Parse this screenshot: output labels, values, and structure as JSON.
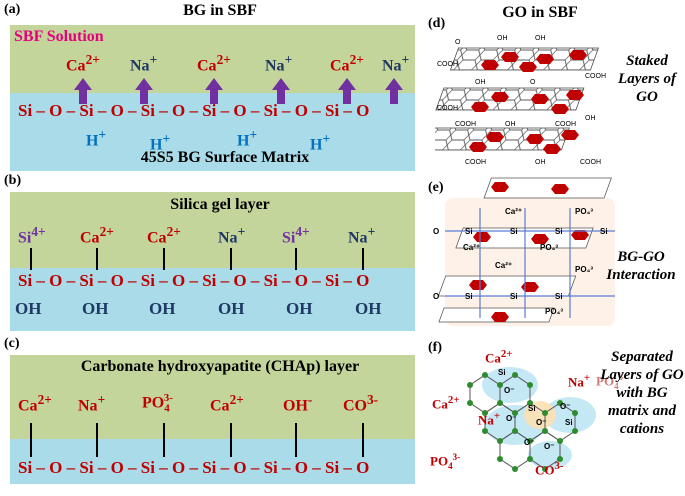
{
  "panel_a": {
    "label": "(a)",
    "title": "BG in SBF",
    "solution_label": "SBF Solution",
    "ions": [
      "Ca2+",
      "Na+",
      "Ca2+",
      "Na+",
      "Ca2+",
      "Na+"
    ],
    "chain": "Si – O – Si – O – Si – O – Si – O – Si – O – Si – O",
    "protons": [
      "H+",
      "H+",
      "H+",
      "H+"
    ],
    "matrix_label": "45S5 BG Surface Matrix"
  },
  "panel_b": {
    "label": "(b)",
    "title": "Silica gel layer",
    "ions": [
      "Si4+",
      "Ca2+",
      "Ca2+",
      "Na+",
      "Si4+",
      "Na+"
    ],
    "chain": "Si – O – Si – O – Si – O – Si – O – Si – O – Si – O",
    "hydroxyls": [
      "OH",
      "OH",
      "OH",
      "OH",
      "OH",
      "OH"
    ]
  },
  "panel_c": {
    "label": "(c)",
    "title": "Carbonate hydroxyapatite (CHAp) layer",
    "ions": [
      "Ca2+",
      "Na+",
      "PO43-",
      "Ca2+",
      "OH-",
      "CO3-"
    ],
    "chain": "Si – O – Si – O – Si – O – Si – O – Si – O – Si – O"
  },
  "panel_d": {
    "label": "(d)",
    "title": "GO in SBF",
    "caption": "Staked Layers of GO"
  },
  "panel_e": {
    "label": "(e)",
    "caption": "BG-GO Interaction"
  },
  "panel_f": {
    "label": "(f)",
    "caption": "Separated Layers of GO with BG matrix and cations",
    "ions": [
      "Ca2+",
      "Na+",
      "PO43-",
      "Na+",
      "PO43-",
      "CO3-"
    ]
  },
  "colors": {
    "solution_green": "#c3d59b",
    "matrix_blue": "#a9dbe9",
    "chain_red": "#c00000",
    "arrow_purple": "#7030a0",
    "graphene_red": "#c00000"
  }
}
